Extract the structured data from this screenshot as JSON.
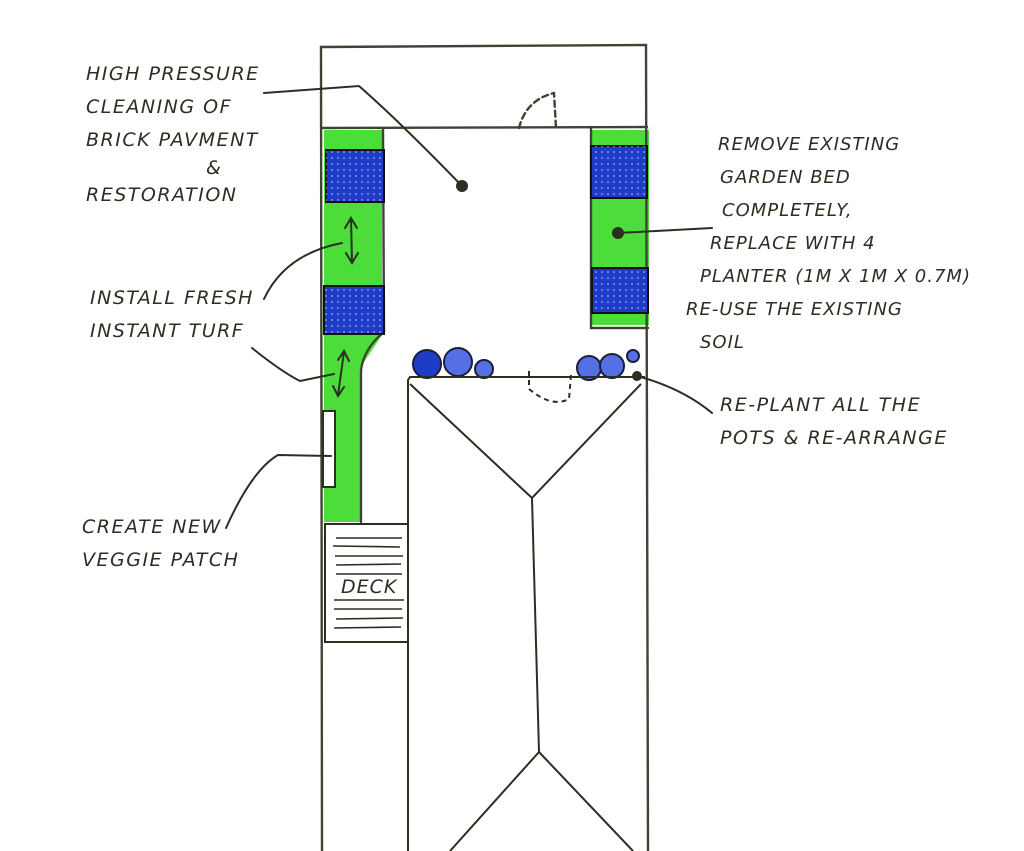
{
  "colors": {
    "ink": "#2b2f22",
    "turf": "#4ddd3a",
    "planter": "#1e3cc8",
    "planter_light": "#5570e6"
  },
  "notes": {
    "pressure": {
      "line1": "High pressure",
      "line2": "cleaning of",
      "line3": "brick pavment",
      "line4": "&",
      "line5": "restoration"
    },
    "turf": {
      "line1": "Install fresh",
      "line2": "instant turf"
    },
    "veggie": {
      "line1": "Create new",
      "line2": "veggie patch"
    },
    "garden_bed": {
      "line1": "Remove existing",
      "line2": "garden bed",
      "line3": "completely,",
      "line4": "replace with 4",
      "line5": "planter (1m x 1m x 0.7m)",
      "line6": "re-use the existing",
      "line7": "soil"
    },
    "pots": {
      "line1": "Re-plant all the",
      "line2": "pots & re-arrange"
    }
  },
  "deck_label": "Deck"
}
